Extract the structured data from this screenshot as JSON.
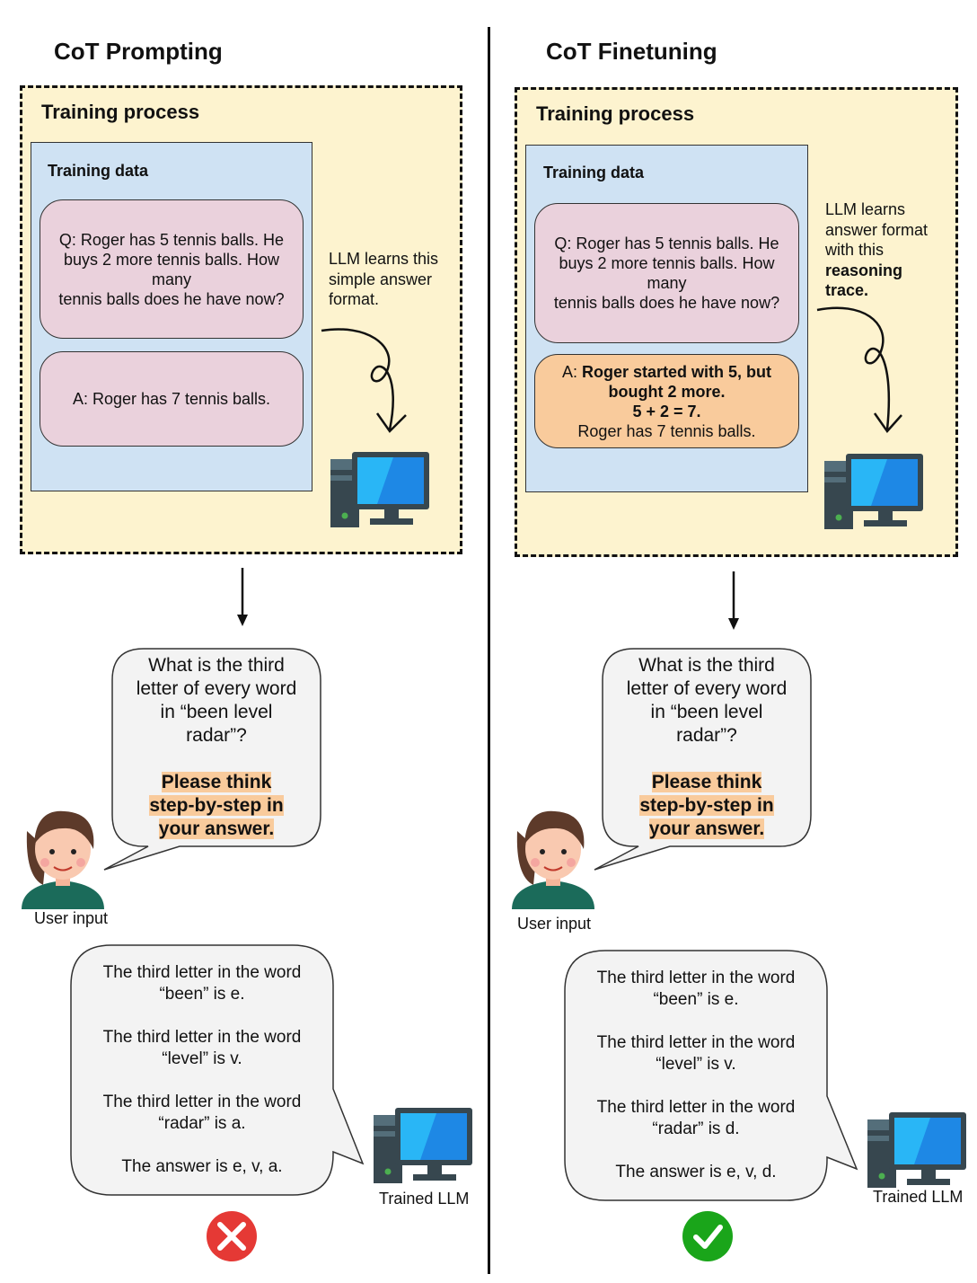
{
  "left": {
    "heading": "CoT Prompting",
    "training_title": "Training process",
    "data_title": "Training data",
    "question_lines": [
      "Q: Roger has 5 tennis balls. He",
      "buys 2 more tennis balls. How",
      "many",
      "tennis balls does he have now?"
    ],
    "answer_lines": [
      "A: Roger has 7 tennis balls."
    ],
    "note_lines": [
      "LLM learns this",
      "simple answer",
      "format."
    ],
    "user_bubble_lines": [
      "What is the third",
      "letter of every word",
      "in “been level",
      "radar”?"
    ],
    "user_bubble_bold_lines": [
      "Please think",
      "step-by-step in",
      "your answer."
    ],
    "user_label": "User input",
    "output_paragraphs": [
      [
        "The third letter in the word",
        "“been” is e."
      ],
      [
        "The third letter in the word",
        "“level” is v."
      ],
      [
        "The third letter in the word",
        "“radar” is a."
      ],
      [
        "The answer is e, v, a."
      ]
    ],
    "llm_label": "Trained LLM",
    "result": "wrong"
  },
  "right": {
    "heading": "CoT Finetuning",
    "training_title": "Training process",
    "data_title": "Training data",
    "question_lines": [
      "Q: Roger has 5 tennis balls. He",
      "buys 2 more tennis balls. How",
      "many",
      "tennis balls does he have now?"
    ],
    "answer_prefix": "A: ",
    "answer_bold_lines": [
      "Roger started with 5, but",
      "bought 2 more.",
      "5 + 2 = 7."
    ],
    "answer_last_line": "Roger has 7 tennis balls.",
    "note_lines": [
      "LLM learns",
      "answer format",
      "with this"
    ],
    "note_bold_lines": [
      "reasoning",
      "trace."
    ],
    "user_bubble_lines": [
      "What is the third",
      "letter of every word",
      "in “been level",
      "radar”?"
    ],
    "user_bubble_bold_lines": [
      "Please think",
      "step-by-step in",
      "your answer."
    ],
    "user_label": "User input",
    "output_paragraphs": [
      [
        "The third letter in the word",
        "“been” is e."
      ],
      [
        "The third letter in the word",
        "“level” is v."
      ],
      [
        "The third letter in the word",
        "“radar” is d."
      ],
      [
        "The answer is e, v, d."
      ]
    ],
    "llm_label": "Trained LLM",
    "result": "correct"
  },
  "colors": {
    "training_bg": "#fdf3cf",
    "data_bg": "#cfe2f3",
    "pill_pink": "#ead1dc",
    "pill_orange": "#f9cb9c",
    "bubble_bg": "#f3f3f3",
    "wrong": "#e53935",
    "correct": "#1aa51a"
  }
}
